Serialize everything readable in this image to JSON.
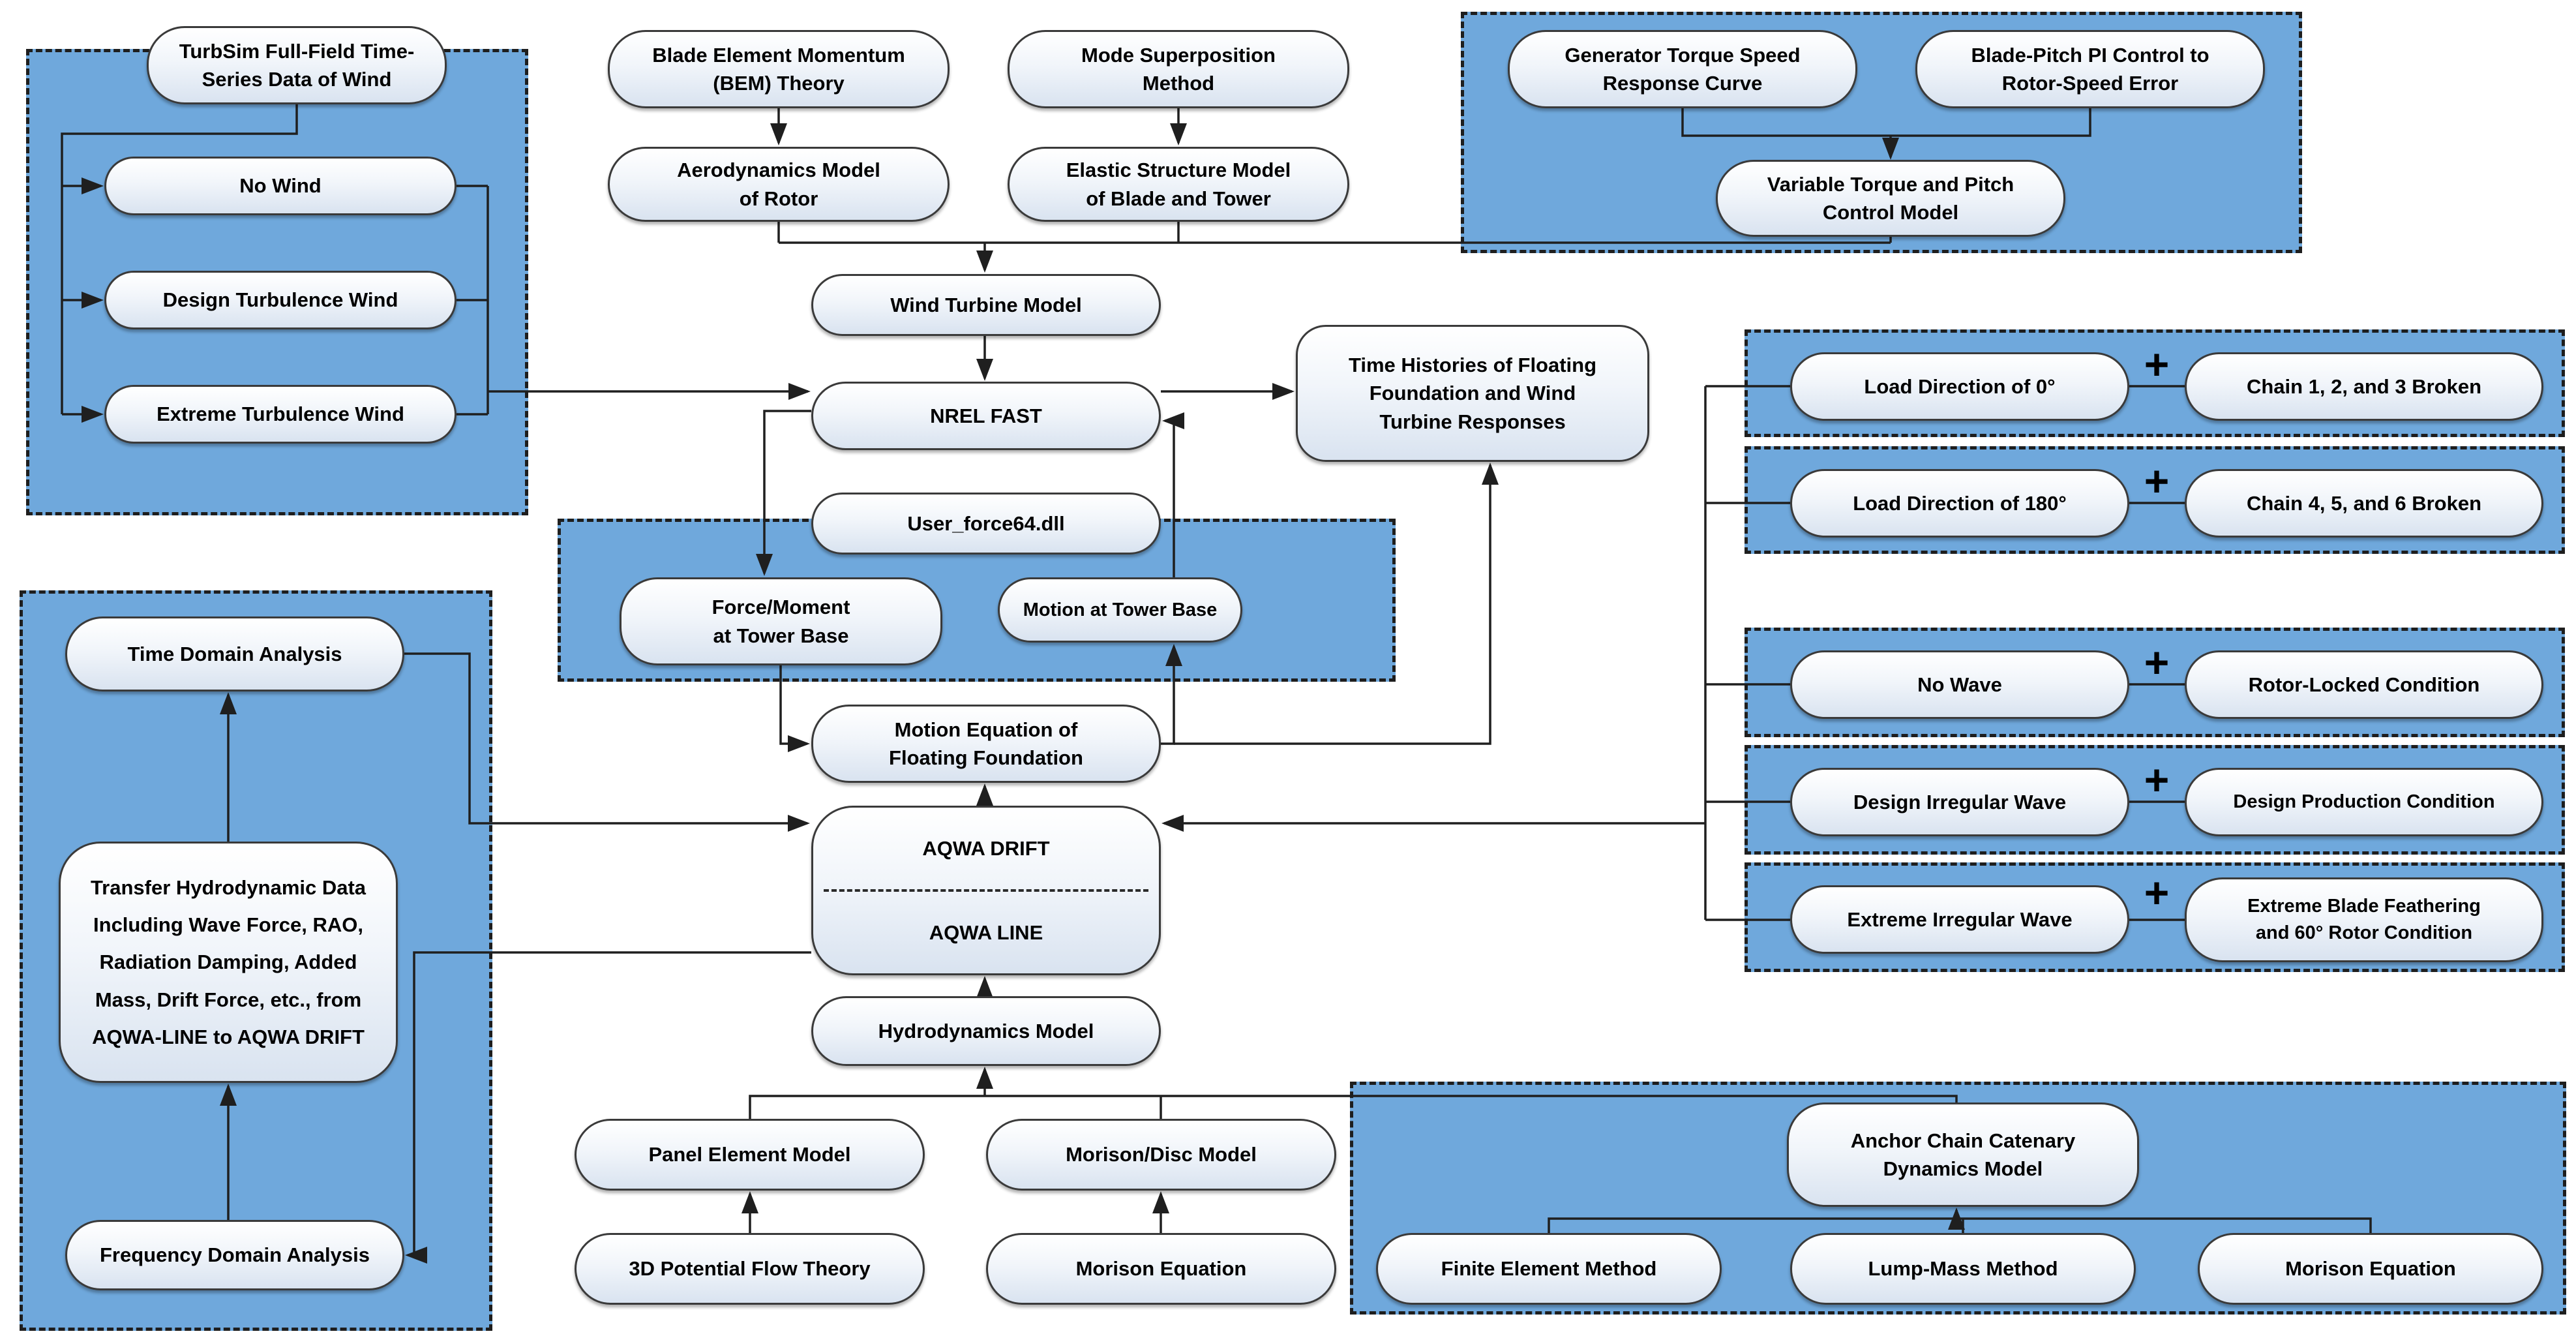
{
  "diagram": {
    "title_hint": "Coupled NREL FAST / AQWA simulation workflow flowchart",
    "colors": {
      "group_fill": "#6FA8DC",
      "connector": "#1f1f1f",
      "pill_border": "#3a3a3a",
      "pill_fill_top": "#ffffff",
      "pill_fill_bottom": "#d9e3f0"
    },
    "plus_sign": "+",
    "nodes": {
      "turbsim": {
        "label": "TurbSim Full-Field Time-\nSeries Data of Wind"
      },
      "no_wind": {
        "label": "No Wind"
      },
      "design_wind": {
        "label": "Design Turbulence Wind"
      },
      "extreme_wind": {
        "label": "Extreme Turbulence Wind"
      },
      "bem": {
        "label": "Blade Element Momentum\n(BEM) Theory"
      },
      "mode_sup": {
        "label": "Mode Superposition\nMethod"
      },
      "aero": {
        "label": "Aerodynamics Model\nof Rotor"
      },
      "elastic": {
        "label": "Elastic Structure Model\nof Blade and Tower"
      },
      "gen_torque": {
        "label": "Generator Torque Speed\nResponse Curve"
      },
      "blade_pitch": {
        "label": "Blade-Pitch PI Control to\nRotor-Speed Error"
      },
      "var_torque": {
        "label": "Variable Torque and Pitch\nControl Model"
      },
      "wind_turbine": {
        "label": "Wind Turbine Model"
      },
      "nrel_fast": {
        "label": "NREL FAST"
      },
      "user_force": {
        "label": "User_force64.dll"
      },
      "force_moment": {
        "label": "Force/Moment\nat Tower Base"
      },
      "motion_tower": {
        "label": "Motion at Tower Base"
      },
      "time_hist": {
        "label": "Time Histories of Floating\nFoundation and Wind\nTurbine Responses"
      },
      "motion_eq": {
        "label": "Motion Equation of\nFloating Foundation"
      },
      "aqwa_drift": {
        "label": "AQWA DRIFT"
      },
      "aqwa_line": {
        "label": "AQWA LINE"
      },
      "hydro": {
        "label": "Hydrodynamics Model"
      },
      "tda": {
        "label": "Time Domain Analysis"
      },
      "transfer": {
        "label": "Transfer Hydrodynamic Data\nIncluding Wave Force, RAO,\nRadiation Damping, Added\nMass, Drift Force, etc., from\nAQWA-LINE to AQWA DRIFT"
      },
      "fda": {
        "label": "Frequency Domain Analysis"
      },
      "load_0": {
        "label": "Load Direction of 0°"
      },
      "chain_123": {
        "label": "Chain 1, 2, and 3 Broken"
      },
      "load_180": {
        "label": "Load Direction of 180°"
      },
      "chain_456": {
        "label": "Chain 4, 5, and 6 Broken"
      },
      "no_wave": {
        "label": "No Wave"
      },
      "rotor_locked": {
        "label": "Rotor-Locked Condition"
      },
      "design_wave": {
        "label": "Design Irregular Wave"
      },
      "design_prod": {
        "label": "Design Production Condition"
      },
      "extreme_wave": {
        "label": "Extreme Irregular Wave"
      },
      "extreme_feather": {
        "label": "Extreme Blade Feathering\nand 60° Rotor Condition"
      },
      "panel": {
        "label": "Panel Element Model"
      },
      "morison_disc": {
        "label": "Morison/Disc Model"
      },
      "pot_flow": {
        "label": "3D Potential Flow Theory"
      },
      "morison_eq_c": {
        "label": "Morison Equation"
      },
      "anchor": {
        "label": "Anchor Chain Catenary\nDynamics Model"
      },
      "fem": {
        "label": "Finite Element Method"
      },
      "lump": {
        "label": "Lump-Mass Method"
      },
      "morison_eq_r": {
        "label": "Morison Equation"
      }
    }
  }
}
